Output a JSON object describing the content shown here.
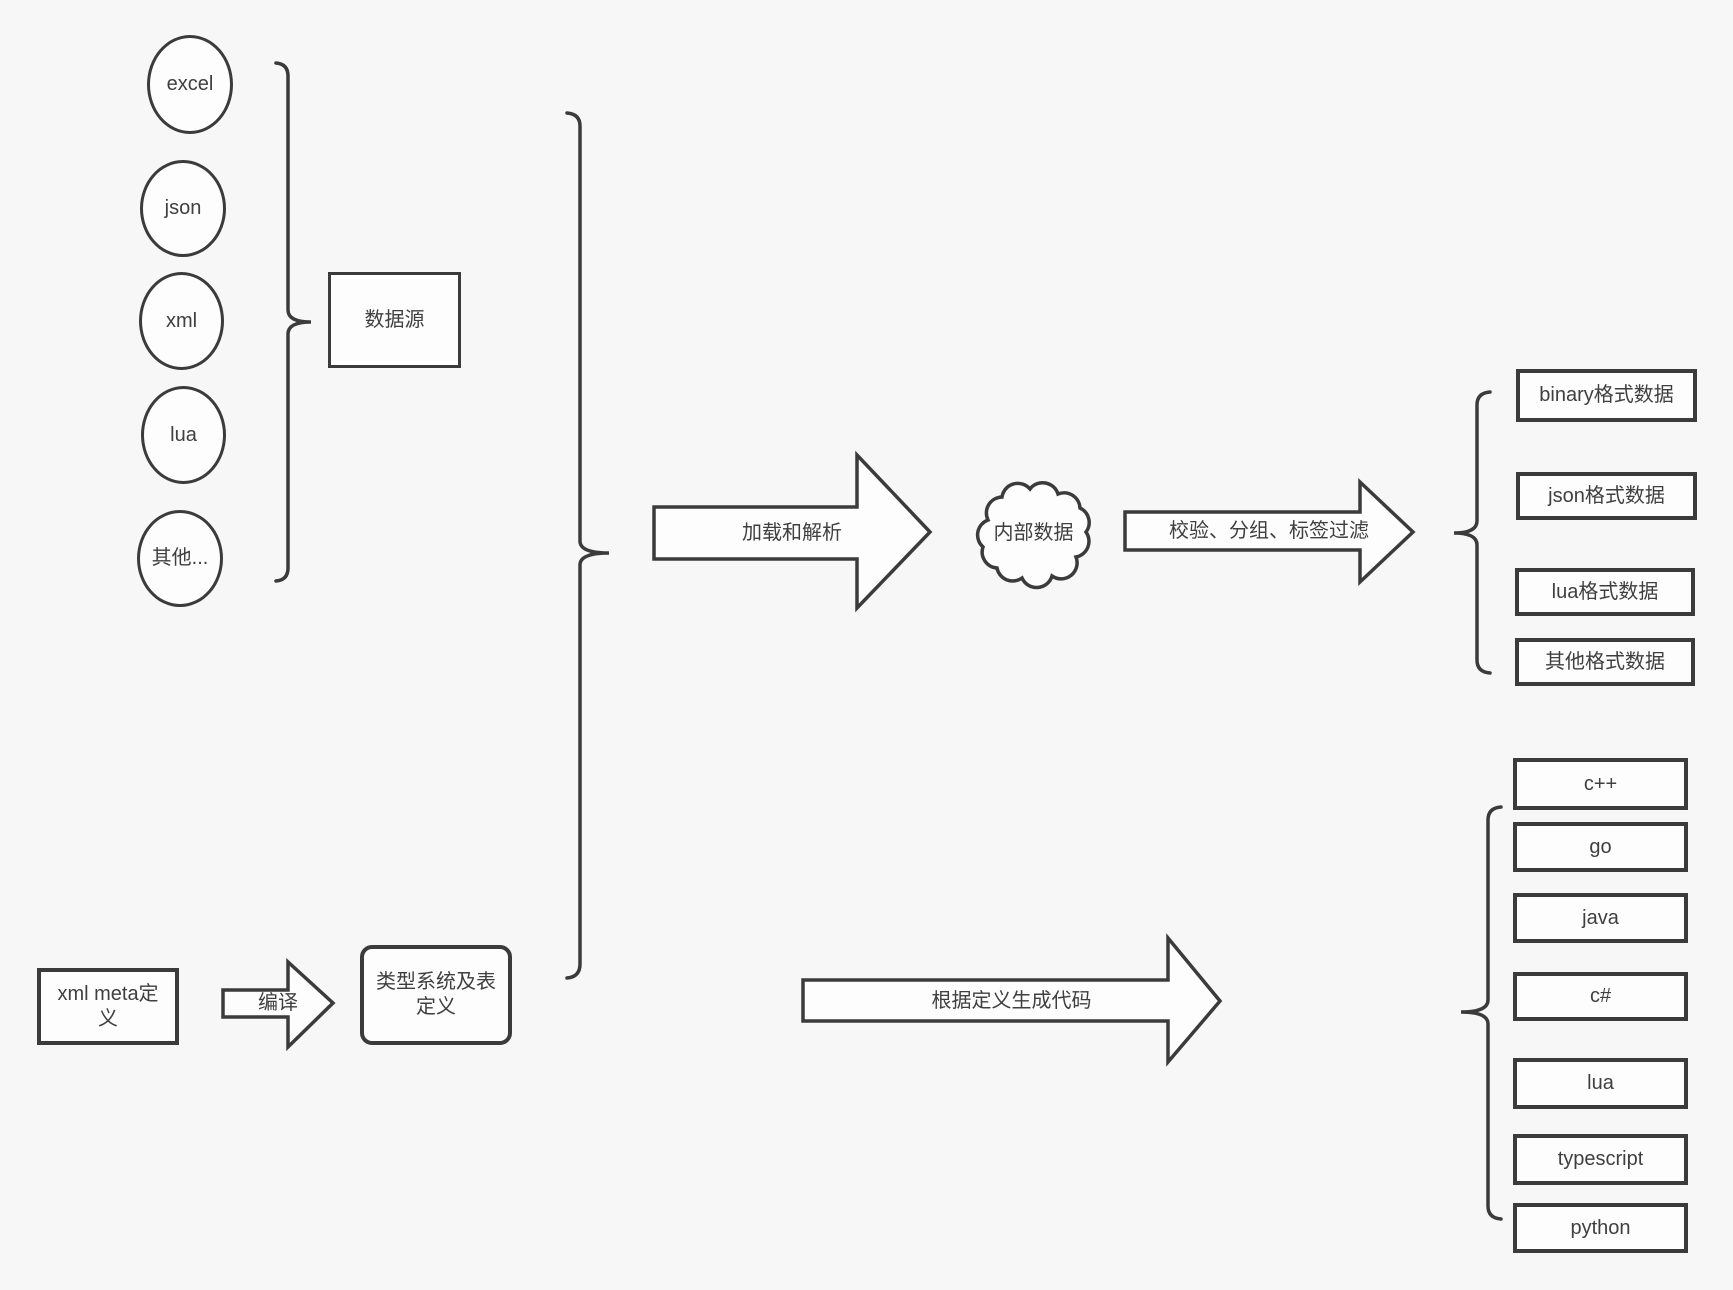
{
  "theme": {
    "background": "#f7f7f7",
    "stroke": "#3b3b3b",
    "shape_fill": "#fdfdfd",
    "text": "#3f3f3f"
  },
  "sources": {
    "items": [
      "excel",
      "json",
      "xml",
      "lua",
      "其他..."
    ],
    "group_label": "数据源"
  },
  "pipeline": {
    "load_arrow_label": "加载和解析",
    "internal_data_label": "内部数据",
    "filter_arrow_label": "校验、分组、标签过滤"
  },
  "outputs": {
    "formats": [
      "binary格式数据",
      "json格式数据",
      "lua格式数据",
      "其他格式数据"
    ],
    "languages": [
      "c++",
      "go",
      "java",
      "c#",
      "lua",
      "typescript",
      "python"
    ]
  },
  "definition": {
    "xml_meta_label": "xml meta定义",
    "compile_arrow_label": "编译",
    "type_system_label": "类型系统及表定义",
    "codegen_arrow_label": "根据定义生成代码"
  }
}
